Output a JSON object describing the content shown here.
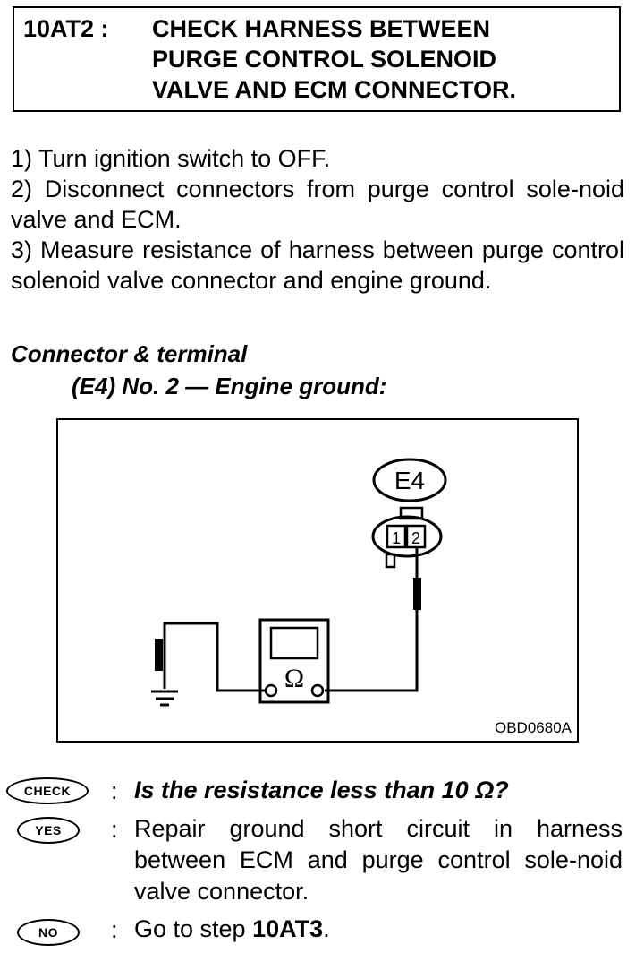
{
  "header": {
    "step_id": "10AT2 :",
    "title": "CHECK HARNESS BETWEEN\nPURGE CONTROL SOLENOID\nVALVE AND ECM CONNECTOR."
  },
  "steps": [
    "1)  Turn ignition switch to OFF.",
    "2)  Disconnect connectors from purge control sole-noid valve and ECM.",
    "3)  Measure resistance of harness between purge control solenoid valve connector and engine ground."
  ],
  "connector": {
    "label": "Connector & terminal",
    "spec": "(E4) No. 2 — Engine ground:"
  },
  "diagram": {
    "connector_id": "E4",
    "terminal_1": "1",
    "terminal_2": "2",
    "meter_symbol": "Ω",
    "figure_code": "OBD0680A"
  },
  "results": {
    "check": {
      "badge": "CHECK",
      "colon": ":",
      "text": "Is the resistance less than 10 Ω?"
    },
    "yes": {
      "badge": "YES",
      "colon": ":",
      "text": "Repair ground short circuit in harness between ECM and purge control sole-noid valve connector."
    },
    "no": {
      "badge": "NO",
      "colon": ":",
      "text_prefix": "Go to step ",
      "text_step": "10AT3",
      "text_suffix": "."
    }
  }
}
